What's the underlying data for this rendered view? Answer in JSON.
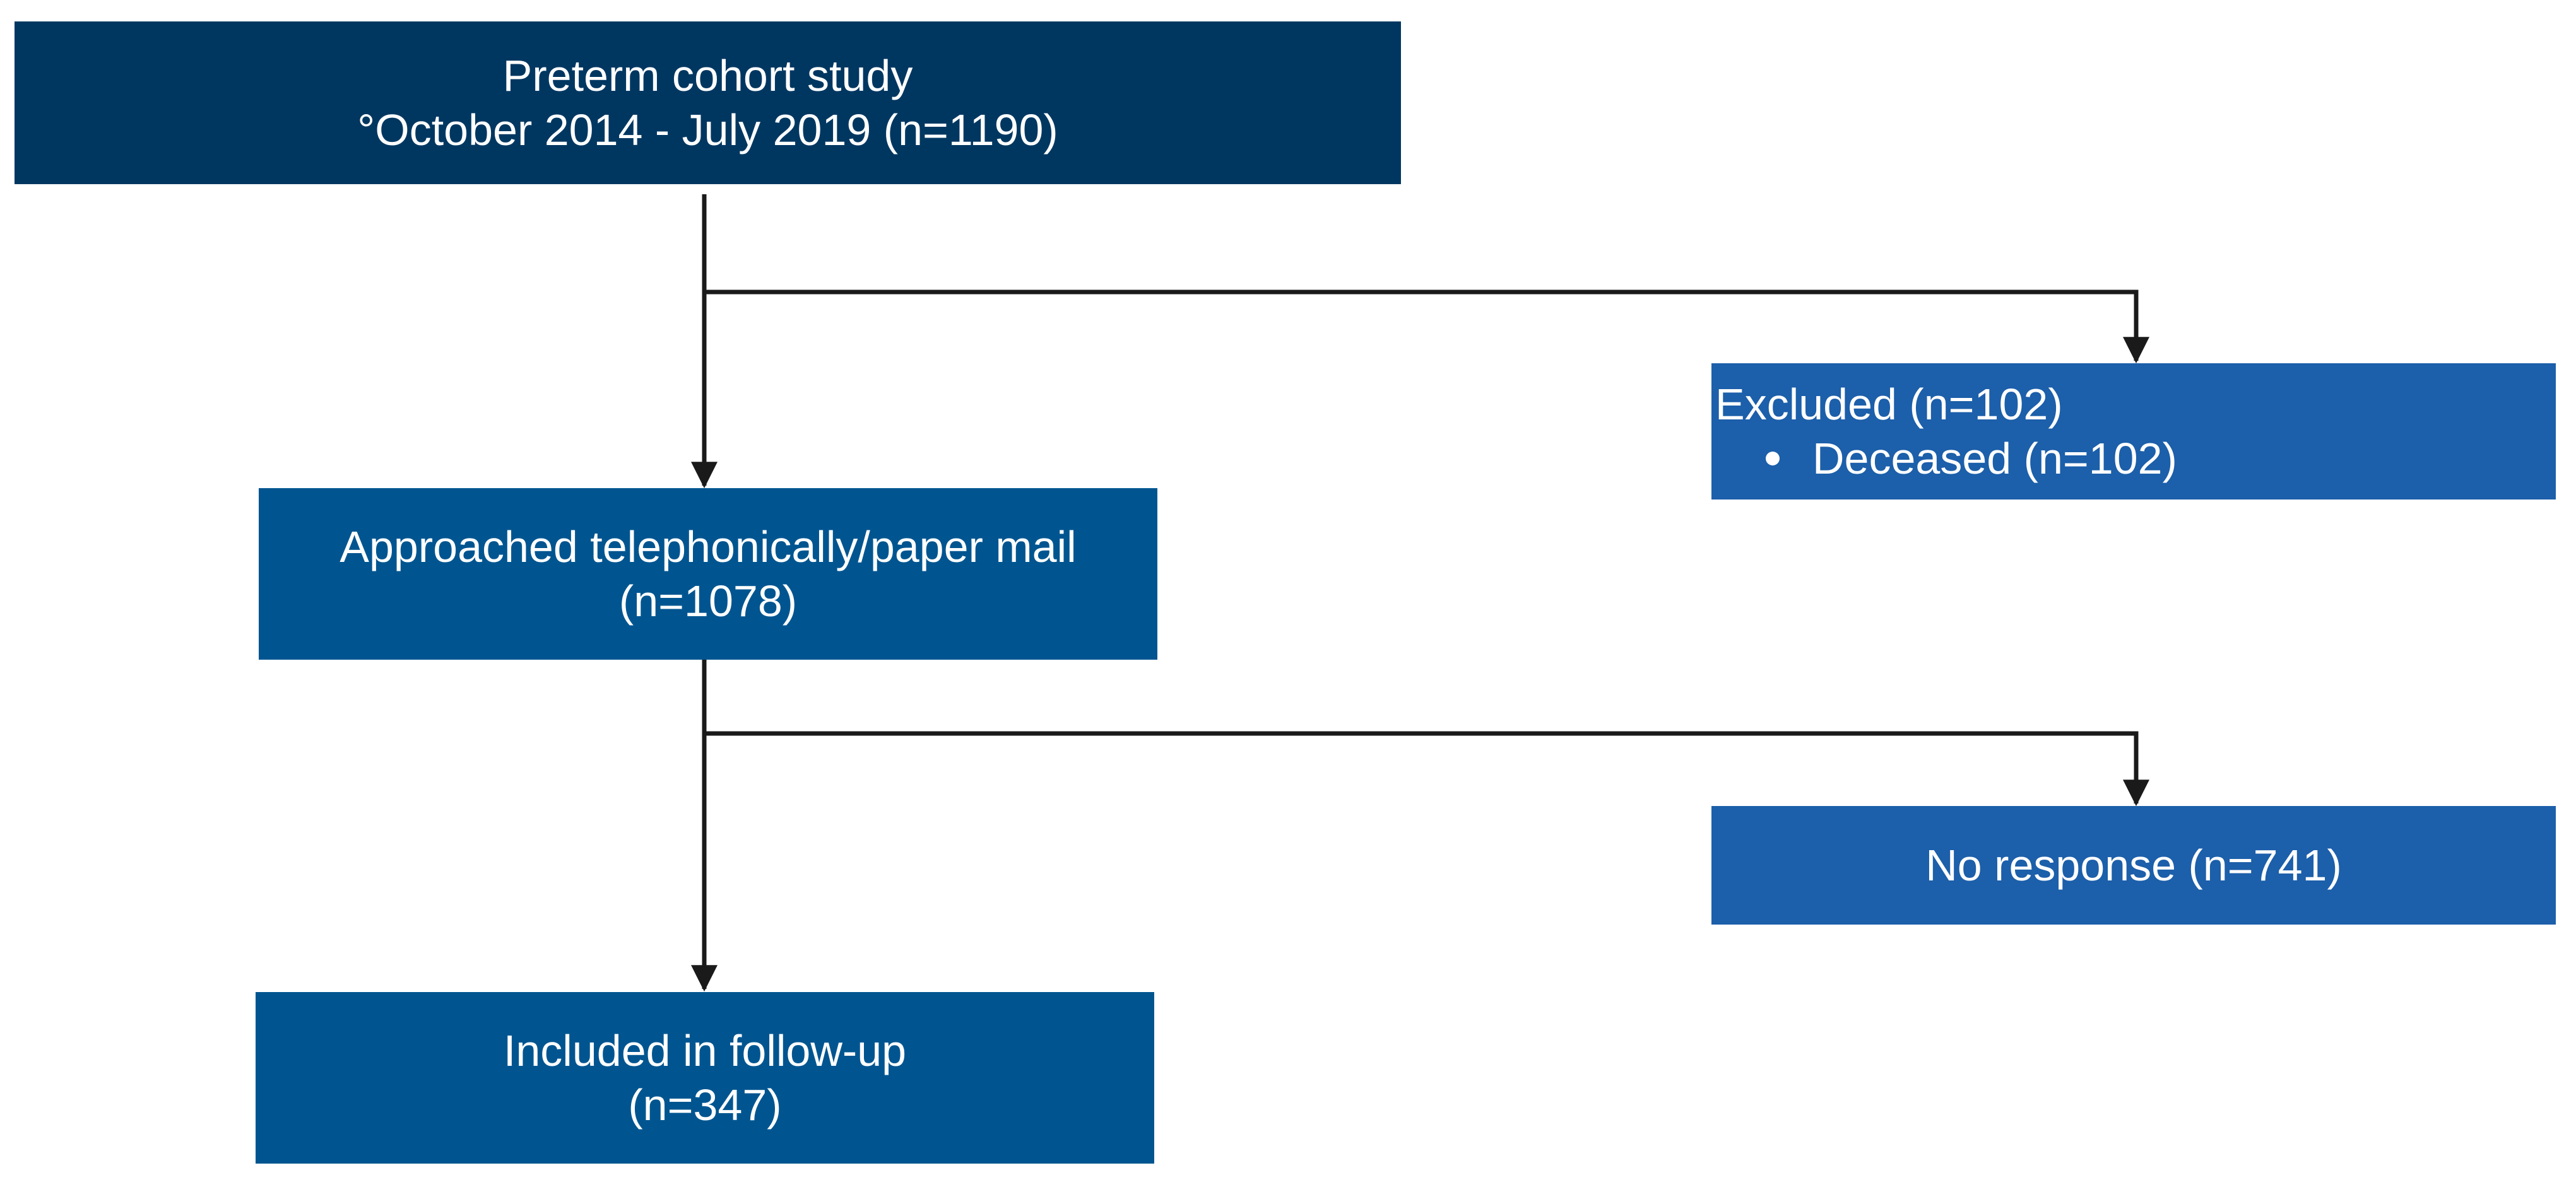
{
  "boxes": {
    "cohort": {
      "line1": "Preterm cohort study",
      "line2": "°October 2014 - July 2019 (n=1190)",
      "color": "#003761"
    },
    "approached": {
      "line1": "Approached telephonically/paper mail",
      "line2": "(n=1078)",
      "color": "#005590"
    },
    "included": {
      "line1": "Included in follow-up",
      "line2": "(n=347)",
      "color": "#005590"
    },
    "excluded": {
      "title": "Excluded (n=102)",
      "bullets": [
        "Deceased (n=102)"
      ],
      "color": "#1c5faa"
    },
    "no_response": {
      "label": "No response (n=741)",
      "color": "#1c5faa"
    }
  },
  "connector_color": "#1a1a1a"
}
